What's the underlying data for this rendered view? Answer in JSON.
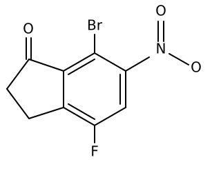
{
  "molecule": {
    "atoms": {
      "bromine": "Br",
      "oxygen_ketone": "O",
      "nitrogen": "N",
      "oxygen_nitro_upper": "O",
      "oxygen_nitro_lower": "O",
      "fluorine": "F"
    },
    "colors": {
      "bond": "#000000",
      "label": "#000000",
      "background": "#ffffff"
    }
  }
}
